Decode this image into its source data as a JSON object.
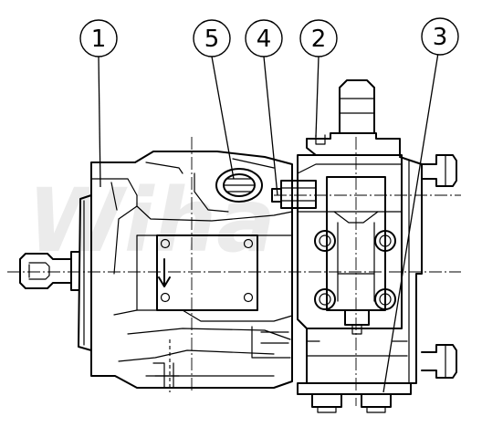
{
  "watermark": "Wiha",
  "callouts": [
    {
      "id": "1",
      "label": "1"
    },
    {
      "id": "5",
      "label": "5"
    },
    {
      "id": "4",
      "label": "4"
    },
    {
      "id": "2",
      "label": "2"
    },
    {
      "id": "3",
      "label": "3"
    }
  ]
}
